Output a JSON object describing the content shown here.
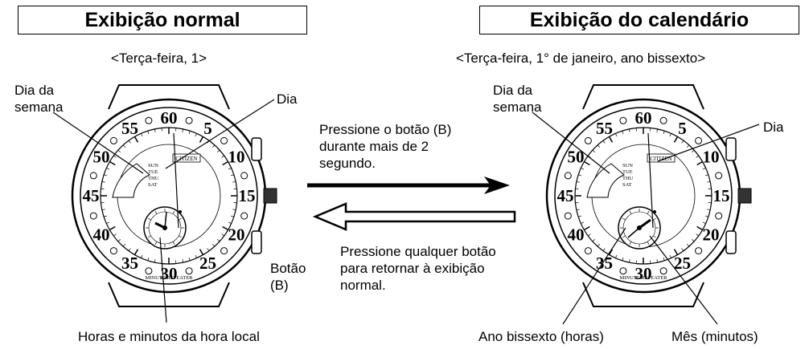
{
  "left_panel": {
    "title": "Exibição normal",
    "subtitle": "<Terça-feira, 1>",
    "label_weekday": "Dia da semana",
    "label_day": "Dia",
    "label_button": "Botão (B)",
    "label_local_time": "Horas e minutos da hora local"
  },
  "right_panel": {
    "title": "Exibição do calendário",
    "subtitle": "<Terça-feira, 1° de janeiro, ano bissexto>",
    "label_weekday": "Dia da semana",
    "label_day": "Dia",
    "label_leap_year": "Ano bissexto (horas)",
    "label_month": "Mês (minutos)"
  },
  "instructions": {
    "forward": "Pressione o botão (B) durante mais de 2 segundo.",
    "back": "Pressione qualquer botão para retornar à exibição normal."
  },
  "watch_face": {
    "brand": "CITIZEN",
    "bezel_text": "MINUTE REPEATER",
    "minute_markers": [
      "60",
      "5",
      "10",
      "15",
      "20",
      "25",
      "30",
      "35",
      "40",
      "45",
      "50",
      "55"
    ],
    "weekdays": [
      "SUN",
      "TUE",
      "THU",
      "SAT"
    ]
  }
}
